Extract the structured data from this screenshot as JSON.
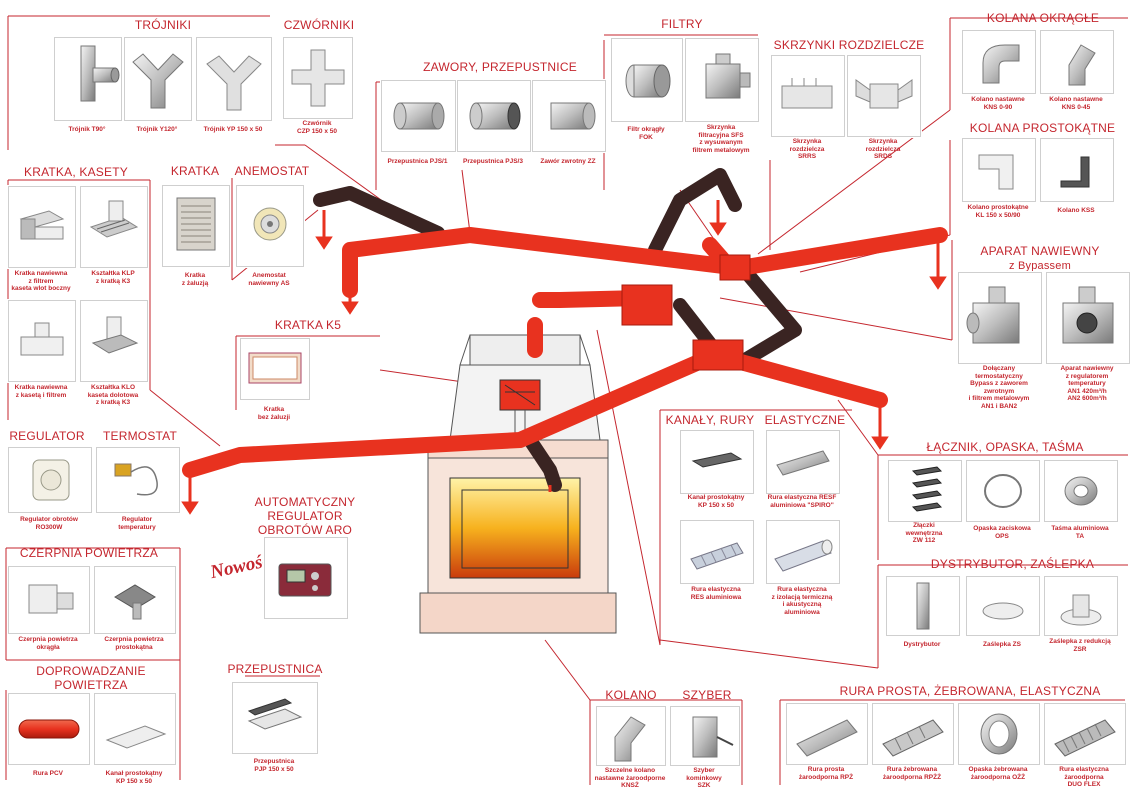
{
  "colors": {
    "accent": "#c4262e",
    "duct": "#e8321f",
    "duct_dark": "#3a2422",
    "duct_shadow": "#b01f14",
    "fire": "#f7b21e",
    "frame": "#d9d9d9"
  },
  "headings": {
    "trojniki": "TRÓJNIKI",
    "czworniki": "CZWÓRNIKI",
    "filtry": "FILTRY",
    "zawory": "ZAWORY, PRZEPUSTNICE",
    "skrzynki": "SKRZYNKI ROZDZIELCZE",
    "kolana_okragle": "KOLANA OKRĄGŁE",
    "kolana_prostokatne": "KOLANA PROSTOKĄTNE",
    "kratka_kasety": "KRATKA, KASETY",
    "kratka": "KRATKA",
    "anemostat": "ANEMOSTAT",
    "aparat": "APARAT NAWIEWNY",
    "aparat_sub": "z Bypassem",
    "kratka_k5": "KRATKA K5",
    "kanaly": "KANAŁY, RURY",
    "elastyczne": "ELASTYCZNE",
    "regulator": "REGULATOR",
    "termostat": "TERMOSTAT",
    "lacznik": "ŁĄCZNIK, OPASKA, TAŚMA",
    "automatyczny": "AUTOMATYCZNY\nREGULATOR\nOBROTÓW ARO",
    "czerpnia": "CZERPNIA POWIETRZA",
    "dystrybutor": "DYSTRYBUTOR, ZAŚLEPKA",
    "doprowadzanie": "DOPROWADZANIE\nPOWIETRZA",
    "przepustnica": "PRZEPUSTNICA",
    "kolano": "KOLANO",
    "szyber": "SZYBER",
    "rura_prosta": "RURA PROSTA, ŻEBROWANA, ELASTYCZNA"
  },
  "novelty": "Nowość",
  "items": {
    "trojnik_t90": {
      "caption": "Trójnik T90°",
      "icon": "tee-90-icon"
    },
    "trojnik_y120": {
      "caption": "Trójnik Y120°",
      "icon": "tee-y120-icon"
    },
    "trojnik_yp": {
      "caption": "Trójnik YP 150 x 50",
      "icon": "tee-yp-icon"
    },
    "czwornik": {
      "caption": "Czwórnik\nCZP 150 x 50",
      "icon": "cross-fitting-icon"
    },
    "przepustnica_pjs1": {
      "caption": "Przepustnica PJS/1",
      "icon": "damper-icon"
    },
    "przepustnica_pjs3": {
      "caption": "Przepustnica PJS/3",
      "icon": "damper-icon"
    },
    "zawor_zz": {
      "caption": "Zawór zwrotny ZZ",
      "icon": "check-valve-icon"
    },
    "filtr_fok": {
      "caption": "Filtr okrągły\nFOK",
      "icon": "round-filter-icon"
    },
    "skrzynka_sfs": {
      "caption": "Skrzynka\nfiltracyjna SFS\nz wysuwanym\nfiltrem metalowym",
      "icon": "filter-box-icon"
    },
    "skrzynka_srrs": {
      "caption": "Skrzynka\nrozdzielcza\nSRRS",
      "icon": "distribution-box-icon"
    },
    "skrzynka_srds": {
      "caption": "Skrzynka\nrozdzielcza\nSRDS",
      "icon": "distribution-box-icon"
    },
    "kolano_kns090": {
      "caption": "Kolano nastawne\nKNS 0-90",
      "icon": "round-elbow-icon"
    },
    "kolano_kns045": {
      "caption": "Kolano nastawne\nKNS 0-45",
      "icon": "round-elbow-icon"
    },
    "kolano_kl": {
      "caption": "Kolano prostokątne\nKL 150 x 50/90",
      "icon": "rect-elbow-icon"
    },
    "kolano_kss": {
      "caption": "Kolano KSS",
      "icon": "rect-elbow-icon"
    },
    "kratka_filtr": {
      "caption": "Kratka nawiewna\nz filtrem\nkaseta wlot boczny",
      "icon": "grille-cassette-icon"
    },
    "ksztaltka_klp": {
      "caption": "Kształtka KLP\nz kratką K3",
      "icon": "fitting-grille-icon"
    },
    "kratka_zaluzja": {
      "caption": "Kratka\nz żaluzją",
      "icon": "louver-grille-icon"
    },
    "anemostat_as": {
      "caption": "Anemostat\nnawiewny AS",
      "icon": "diffuser-icon"
    },
    "kratka_kaseta": {
      "caption": "Kratka nawiewna\nz kasetą i filtrem",
      "icon": "grille-cassette-icon"
    },
    "ksztaltka_klo": {
      "caption": "Kształtka KLO\nkaseta dolotowa\nz kratką K3",
      "icon": "fitting-grille-icon"
    },
    "kratka_bez": {
      "caption": "Kratka\nbez żaluzji",
      "icon": "plain-grille-icon"
    },
    "aparat_bypass": {
      "caption": "Dołączany\ntermostatyczny\nBypass z zaworem\nzwrotnym\ni filtrem metalowym\nAN1 i BAN2",
      "icon": "fan-unit-icon"
    },
    "aparat_an": {
      "caption": "Aparat nawiewny\nz regulatorem\ntemperatury\nAN1 420m³/h\nAN2 600m³/h",
      "icon": "fan-unit-icon"
    },
    "kanal_kp": {
      "caption": "Kanał prostokątny\nKP 150 x 50",
      "icon": "rect-duct-icon"
    },
    "rura_resf": {
      "caption": "Rura elastyczna RESF\naluminiowa \"SPIRO\"",
      "icon": "flex-pipe-icon"
    },
    "rura_res": {
      "caption": "Rura elastyczna\nRES aluminiowa",
      "icon": "flex-pipe-icon"
    },
    "rura_izolacja": {
      "caption": "Rura elastyczna\nz izolacją termiczną\ni akustyczną\naluminiowa",
      "icon": "insulated-pipe-icon"
    },
    "regulator_ro": {
      "caption": "Regulator obrotów\nRO300W",
      "icon": "speed-regulator-icon"
    },
    "regulator_temp": {
      "caption": "Regulator\ntemperatury",
      "icon": "thermostat-icon"
    },
    "zlaczki": {
      "caption": "Złączki\nwewnętrzna\nZW 112",
      "icon": "connector-icon"
    },
    "opaska_ops": {
      "caption": "Opaska zaciskowa\nOPS",
      "icon": "clamp-icon"
    },
    "tasma_ta": {
      "caption": "Taśma aluminiowa\nTA",
      "icon": "tape-icon"
    },
    "aro": {
      "caption": "",
      "icon": "controller-icon"
    },
    "czerpnia_okragla": {
      "caption": "Czerpnia powietrza\nokrągła",
      "icon": "air-intake-icon"
    },
    "czerpnia_prostokatna": {
      "caption": "Czerpnia powietrza\nprostokątna",
      "icon": "air-intake-icon"
    },
    "dystrybutor": {
      "caption": "Dystrybutor",
      "icon": "distributor-icon"
    },
    "zaslepka_zs": {
      "caption": "Zaślepka ZS",
      "icon": "end-cap-icon"
    },
    "zaslepka_zsr": {
      "caption": "Zaślepka z redukcją\nZSR",
      "icon": "reducer-cap-icon"
    },
    "rura_pcv": {
      "caption": "Rura PCV",
      "icon": "pvc-pipe-icon"
    },
    "kanal_kp2": {
      "caption": "Kanał prostokątny\nKP 150 x 50",
      "icon": "rect-duct-icon"
    },
    "przepustnica_pjp": {
      "caption": "Przepustnica\nPJP 150 x 50",
      "icon": "rect-damper-icon"
    },
    "kolano_knsz": {
      "caption": "Szczelne kolano\nnastawne żaroodporne\nKNSŻ",
      "icon": "round-elbow-icon"
    },
    "szyber_szk": {
      "caption": "Szyber\nkominkowy\nSZK",
      "icon": "chimney-damper-icon"
    },
    "rura_rpz": {
      "caption": "Rura prosta\nżaroodporna RPŻ",
      "icon": "straight-pipe-icon"
    },
    "rura_rpzz": {
      "caption": "Rura żebrowana\nżaroodporna RPŻŻ",
      "icon": "ribbed-pipe-icon"
    },
    "opaska_ozz": {
      "caption": "Opaska żebrowana\nżaroodporna OŻŻ",
      "icon": "ribbed-clamp-icon"
    },
    "rura_duo": {
      "caption": "Rura elastyczna\nżaroodporna\nDUO FLEX",
      "icon": "flex-pipe-icon"
    }
  }
}
